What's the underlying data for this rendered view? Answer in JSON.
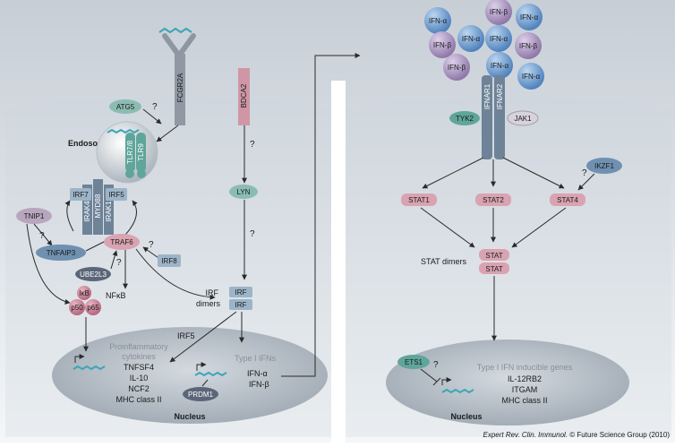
{
  "left_panel": {
    "receptors": {
      "fcgr2a": "FCGR2A",
      "bdca2": "BDCA2",
      "atg5": "ATG5"
    },
    "endosome": {
      "label": "Endosome",
      "tlr7_8": "TLR7/8",
      "tlr9": "TLR9"
    },
    "adapters": {
      "irf7": "IRF7",
      "irf5": "IRF5",
      "irak4": "IRAK4",
      "myd88": "MYD88",
      "irak1": "IRAK1"
    },
    "regulators": {
      "tnip1": "TNIP1",
      "tnfaip3": "TNFAIP3",
      "traf6": "TRAF6",
      "ube2l3": "UBE2L3",
      "irf8": "IRF8",
      "lyn": "LYN"
    },
    "nfkb": {
      "ikb": "IκB",
      "p50": "p50",
      "p65": "p65",
      "label": "NFκB"
    },
    "irf_dimers": {
      "label_line1": "IRF",
      "label_line2": "dimers",
      "box1": "IRF",
      "box2": "IRF"
    },
    "irf5_label": "IRF5",
    "nucleus": {
      "label": "Nucleus",
      "cytokines_title_line1": "Proinflammatory",
      "cytokines_title_line2": "cytokines",
      "cytokines": [
        "TNFSF4",
        "IL-10",
        "NCF2",
        "MHC class II"
      ],
      "ifn_title": "Type I IFNs",
      "ifns": [
        "IFN-α",
        "IFN-β"
      ],
      "prdm1": "PRDM1"
    }
  },
  "right_panel": {
    "ifn_balls": [
      "IFN-α",
      "IFN-β",
      "IFN-α",
      "IFN-β",
      "IFN-α",
      "IFN-α",
      "IFN-β",
      "IFN-β",
      "IFN-α",
      "IFN-α"
    ],
    "receptor": {
      "ifnar1": "IFNAR1",
      "ifnar2": "IFNAR2",
      "tyk2": "TYK2",
      "jak1": "JAK1"
    },
    "ikzf1": "IKZF1",
    "stats": [
      "STAT1",
      "STAT2",
      "STAT4"
    ],
    "stat_dimers": {
      "label": "STAT dimers",
      "box1": "STAT",
      "box2": "STAT"
    },
    "nucleus": {
      "label": "Nucleus",
      "ets1": "ETS1",
      "genes_title": "Type I IFN inducible genes",
      "genes": [
        "IL-12RB2",
        "ITGAM",
        "MHC class II"
      ]
    }
  },
  "question_mark": "?",
  "credit": {
    "journal": "Expert Rev. Clin. Immunol.",
    "rest": "© Future Science Group (2010)"
  },
  "colors": {
    "cell_fill": "#dfe4e9",
    "nucleus_fill": "#b9c1c9",
    "teal": "#7fb3a9",
    "pink": "#d9a3b1",
    "blue_gray": "#8ea8c3",
    "ifn_alpha": "#5a8cc4",
    "ifn_beta": "#a08ab5"
  }
}
